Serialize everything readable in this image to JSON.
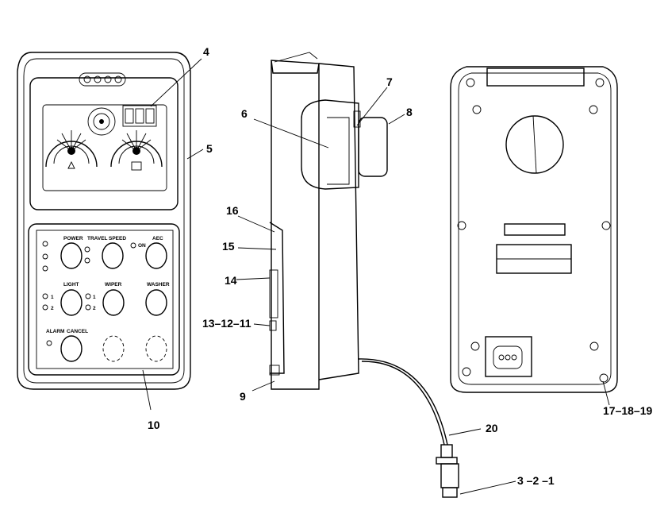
{
  "callouts": {
    "c4": "4",
    "c5": "5",
    "c6": "6",
    "c7": "7",
    "c8": "8",
    "c9": "9",
    "c10": "10",
    "c14": "14",
    "c15": "15",
    "c16": "16",
    "c13_12_11": "13–12–11",
    "c17_18_19": "17–18–19",
    "c20": "20",
    "c3_2_1": "3 –2 –1"
  },
  "buttons": {
    "power": "POWER",
    "travel": "TRAVEL",
    "speed": "SPEED",
    "aec": "AEC",
    "on": "ON",
    "light": "LIGHT",
    "wiper": "WIPER",
    "washer": "WASHER",
    "alarm": "ALARM",
    "cancel": "CANCEL",
    "one": "1",
    "two": "2",
    "w1": "1",
    "w2": "2"
  }
}
